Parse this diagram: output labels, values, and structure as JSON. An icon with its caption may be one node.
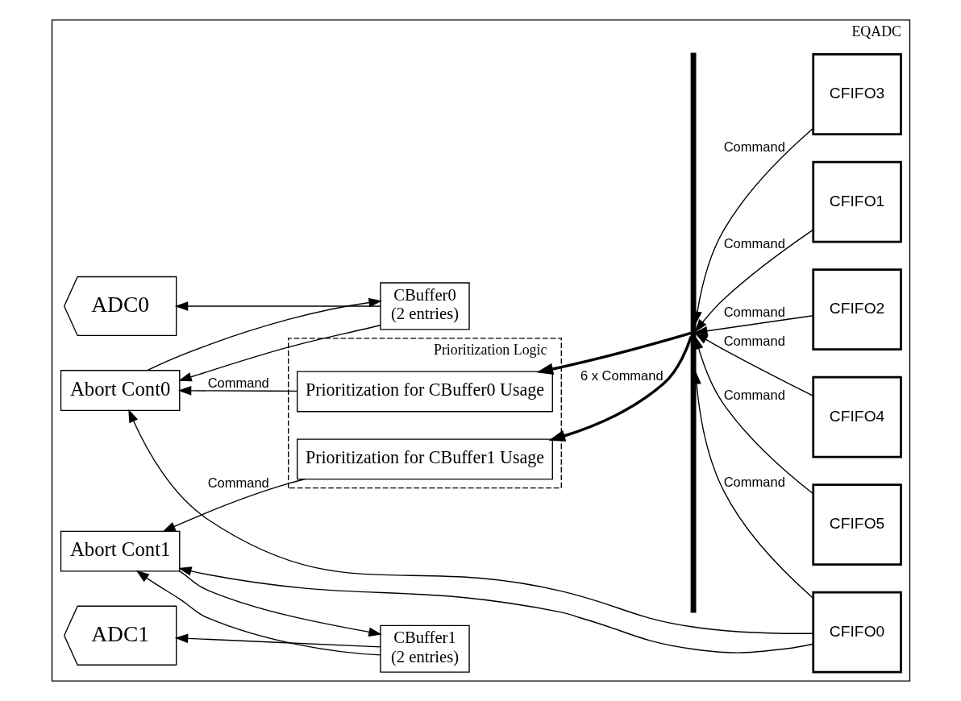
{
  "diagram": {
    "nodes": [
      {
        "text": [
          "EQADC"
        ]
      },
      {
        "text": [
          "ADC0"
        ],
        "in": 0
      },
      {
        "text": [
          "CBuffer0",
          "(2 entries)"
        ],
        "in": 0
      },
      {
        "text": [
          "Abort Cont0"
        ],
        "in": 0
      },
      {
        "text": [
          "Prioritization Logic"
        ],
        "in": 0
      },
      {
        "text": [
          "Prioritization for CBuffer0 Usage"
        ],
        "in": 4
      },
      {
        "text": [
          "Prioritization for CBuffer1 Usage"
        ],
        "in": 4
      },
      {
        "text": [
          "ADC1"
        ],
        "in": 0
      },
      {
        "text": [
          "CBuffer1",
          "(2 entries)"
        ],
        "in": 0
      },
      {
        "text": [
          "Abort Cont1"
        ],
        "in": 0
      },
      {
        "text": [],
        "shape": "bar",
        "in": 0
      },
      {
        "text": [
          "CFIFO0"
        ],
        "in": 0
      },
      {
        "text": [
          "CFIFO1"
        ],
        "in": 0
      },
      {
        "text": [
          "CFIFO2"
        ],
        "in": 0
      },
      {
        "text": [
          "CFIFO3"
        ],
        "in": 0
      },
      {
        "text": [
          "CFIFO4"
        ],
        "in": 0
      },
      {
        "text": [
          "CFIFO5"
        ],
        "in": 0
      }
    ],
    "edges": [
      {
        "from": 11,
        "to": 10,
        "arrow": "to",
        "label": "Command"
      },
      {
        "from": 12,
        "to": 10,
        "arrow": "to",
        "label": "Command"
      },
      {
        "from": 13,
        "to": 10,
        "arrow": "to",
        "label": "Command"
      },
      {
        "from": 14,
        "to": 10,
        "arrow": "to",
        "label": "Command"
      },
      {
        "from": 15,
        "to": 10,
        "arrow": "to",
        "label": "Command"
      },
      {
        "from": 16,
        "to": 10,
        "arrow": "to",
        "label": "Command"
      },
      {
        "from": 10,
        "to": 5,
        "arrow": "to",
        "style": "thick"
      },
      {
        "from": 10,
        "to": 6,
        "arrow": "to",
        "style": "thick",
        "label": "6 x Command"
      },
      {
        "from": 11,
        "to": 3,
        "arrow": "to"
      },
      {
        "from": 11,
        "to": 9,
        "arrow": "to"
      },
      {
        "from": 5,
        "to": 3,
        "arrow": "to",
        "label": "Command"
      },
      {
        "from": 6,
        "to": 9,
        "arrow": "to",
        "label": "Command"
      },
      {
        "from": 3,
        "to": 2,
        "arrow": "to"
      },
      {
        "from": 2,
        "to": 1,
        "arrow": "to"
      },
      {
        "from": 2,
        "to": 3,
        "arrow": "to"
      },
      {
        "from": 9,
        "to": 8,
        "arrow": "to"
      },
      {
        "from": 8,
        "to": 7,
        "arrow": "to"
      },
      {
        "from": 8,
        "to": 9,
        "arrow": "to"
      }
    ]
  }
}
